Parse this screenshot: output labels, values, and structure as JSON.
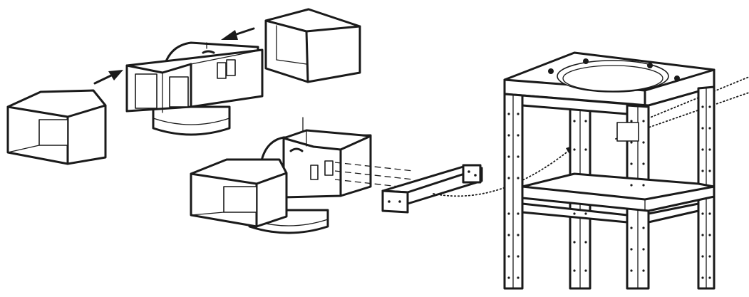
{
  "diagram": {
    "kind": "exploded-assembly-illustration",
    "components": [
      "left-end-cap-duct",
      "upper-duct-assembly",
      "right-end-cap-duct",
      "lower-duct-assembly",
      "mounting-bracket",
      "rack-frame"
    ],
    "colors": {
      "line": "#1a1a1a",
      "background": "#ffffff"
    }
  }
}
